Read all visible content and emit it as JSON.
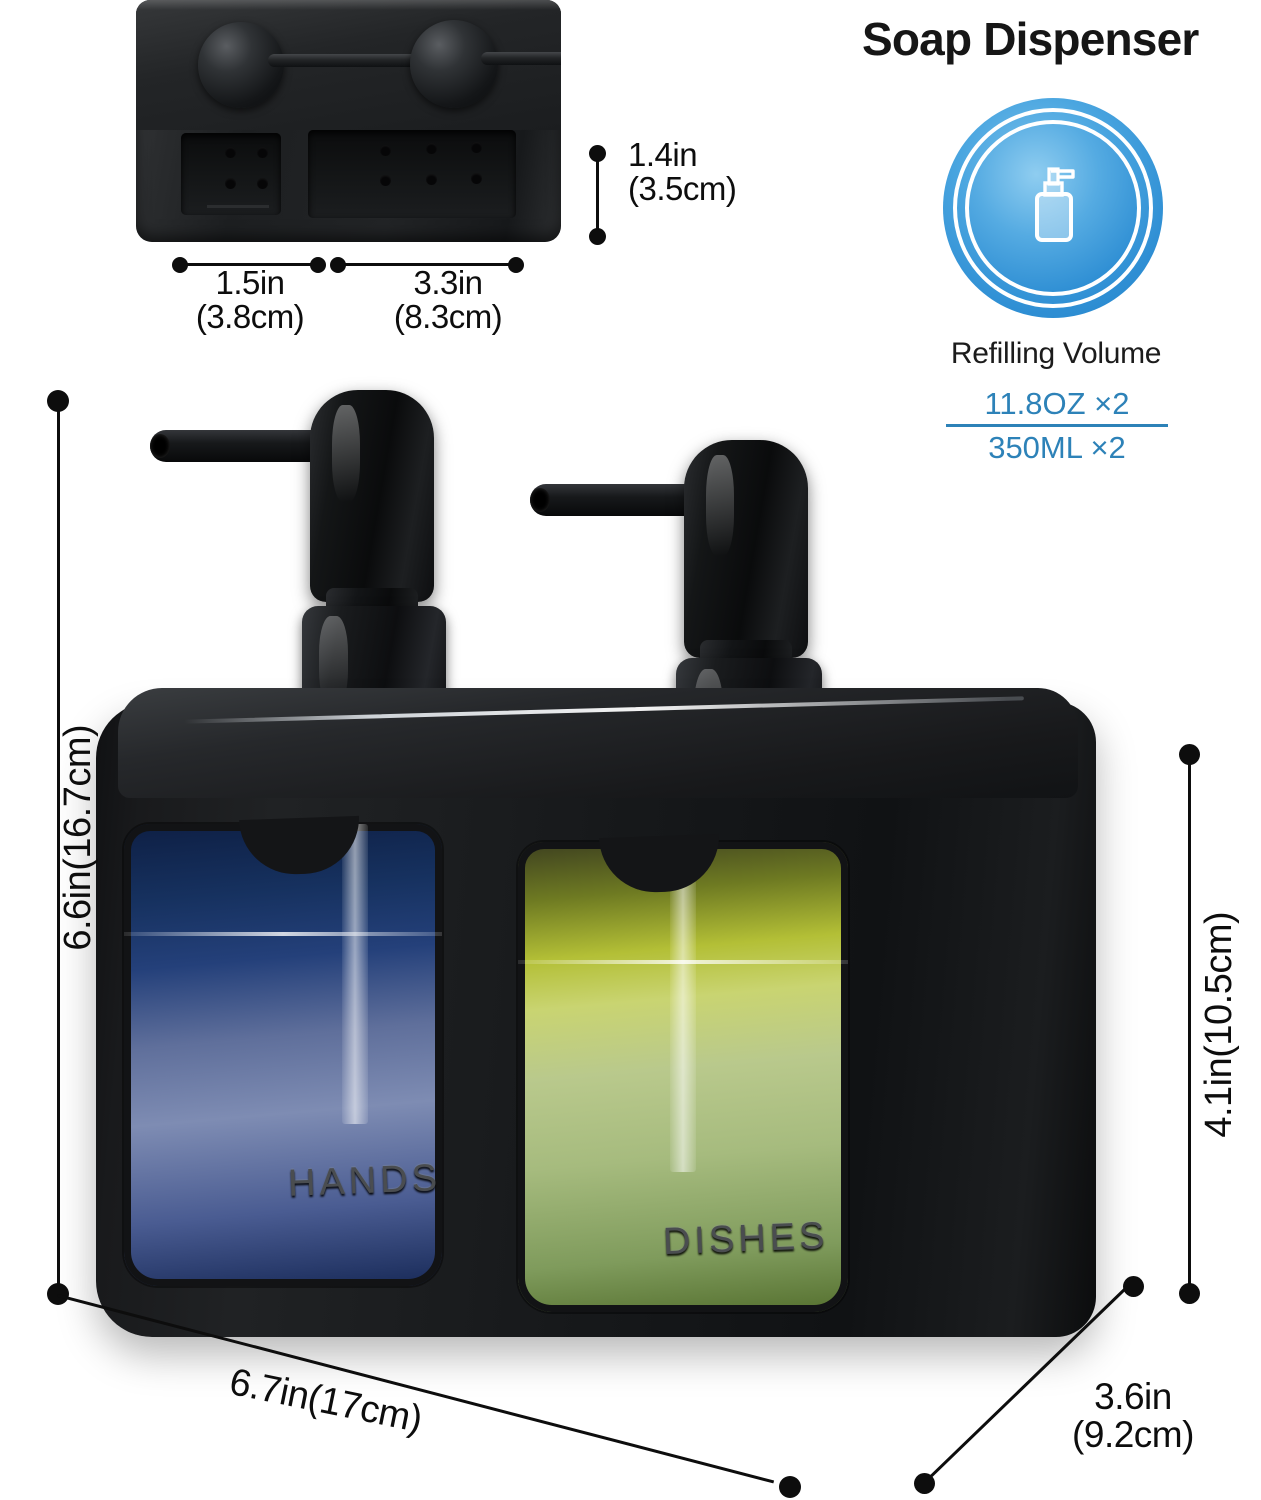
{
  "header": {
    "title": "Soap Dispenser"
  },
  "badge": {
    "icon": "soap-dispenser-icon",
    "ring_color": "#2f8fd4",
    "fill_color": "#4ba6e0"
  },
  "refill": {
    "label": "Refilling Volume",
    "oz": "11.8OZ ×2",
    "ml": "350ML ×2",
    "accent_color": "#2d82b8"
  },
  "top_view": {
    "depth_label": "1.4in\n(3.5cm)",
    "depth_in": "1.4in",
    "depth_cm": "(3.5cm)",
    "slot_small_in": "1.5in",
    "slot_small_cm": "(3.8cm)",
    "slot_large_in": "3.3in",
    "slot_large_cm": "(8.3cm)"
  },
  "main_view": {
    "height_label": "6.6in(16.7cm)",
    "side_height_label": "4.1in(10.5cm)",
    "width_label": "6.7in(17cm)",
    "depth_label_in": "3.6in",
    "depth_label_cm": "(9.2cm)",
    "bottle_left_label": "HANDS",
    "bottle_right_label": "DISHES",
    "bottle_left_liquid_color": "#24407a",
    "bottle_right_liquid_color": "#b3bf36",
    "body_color": "#16181a"
  }
}
